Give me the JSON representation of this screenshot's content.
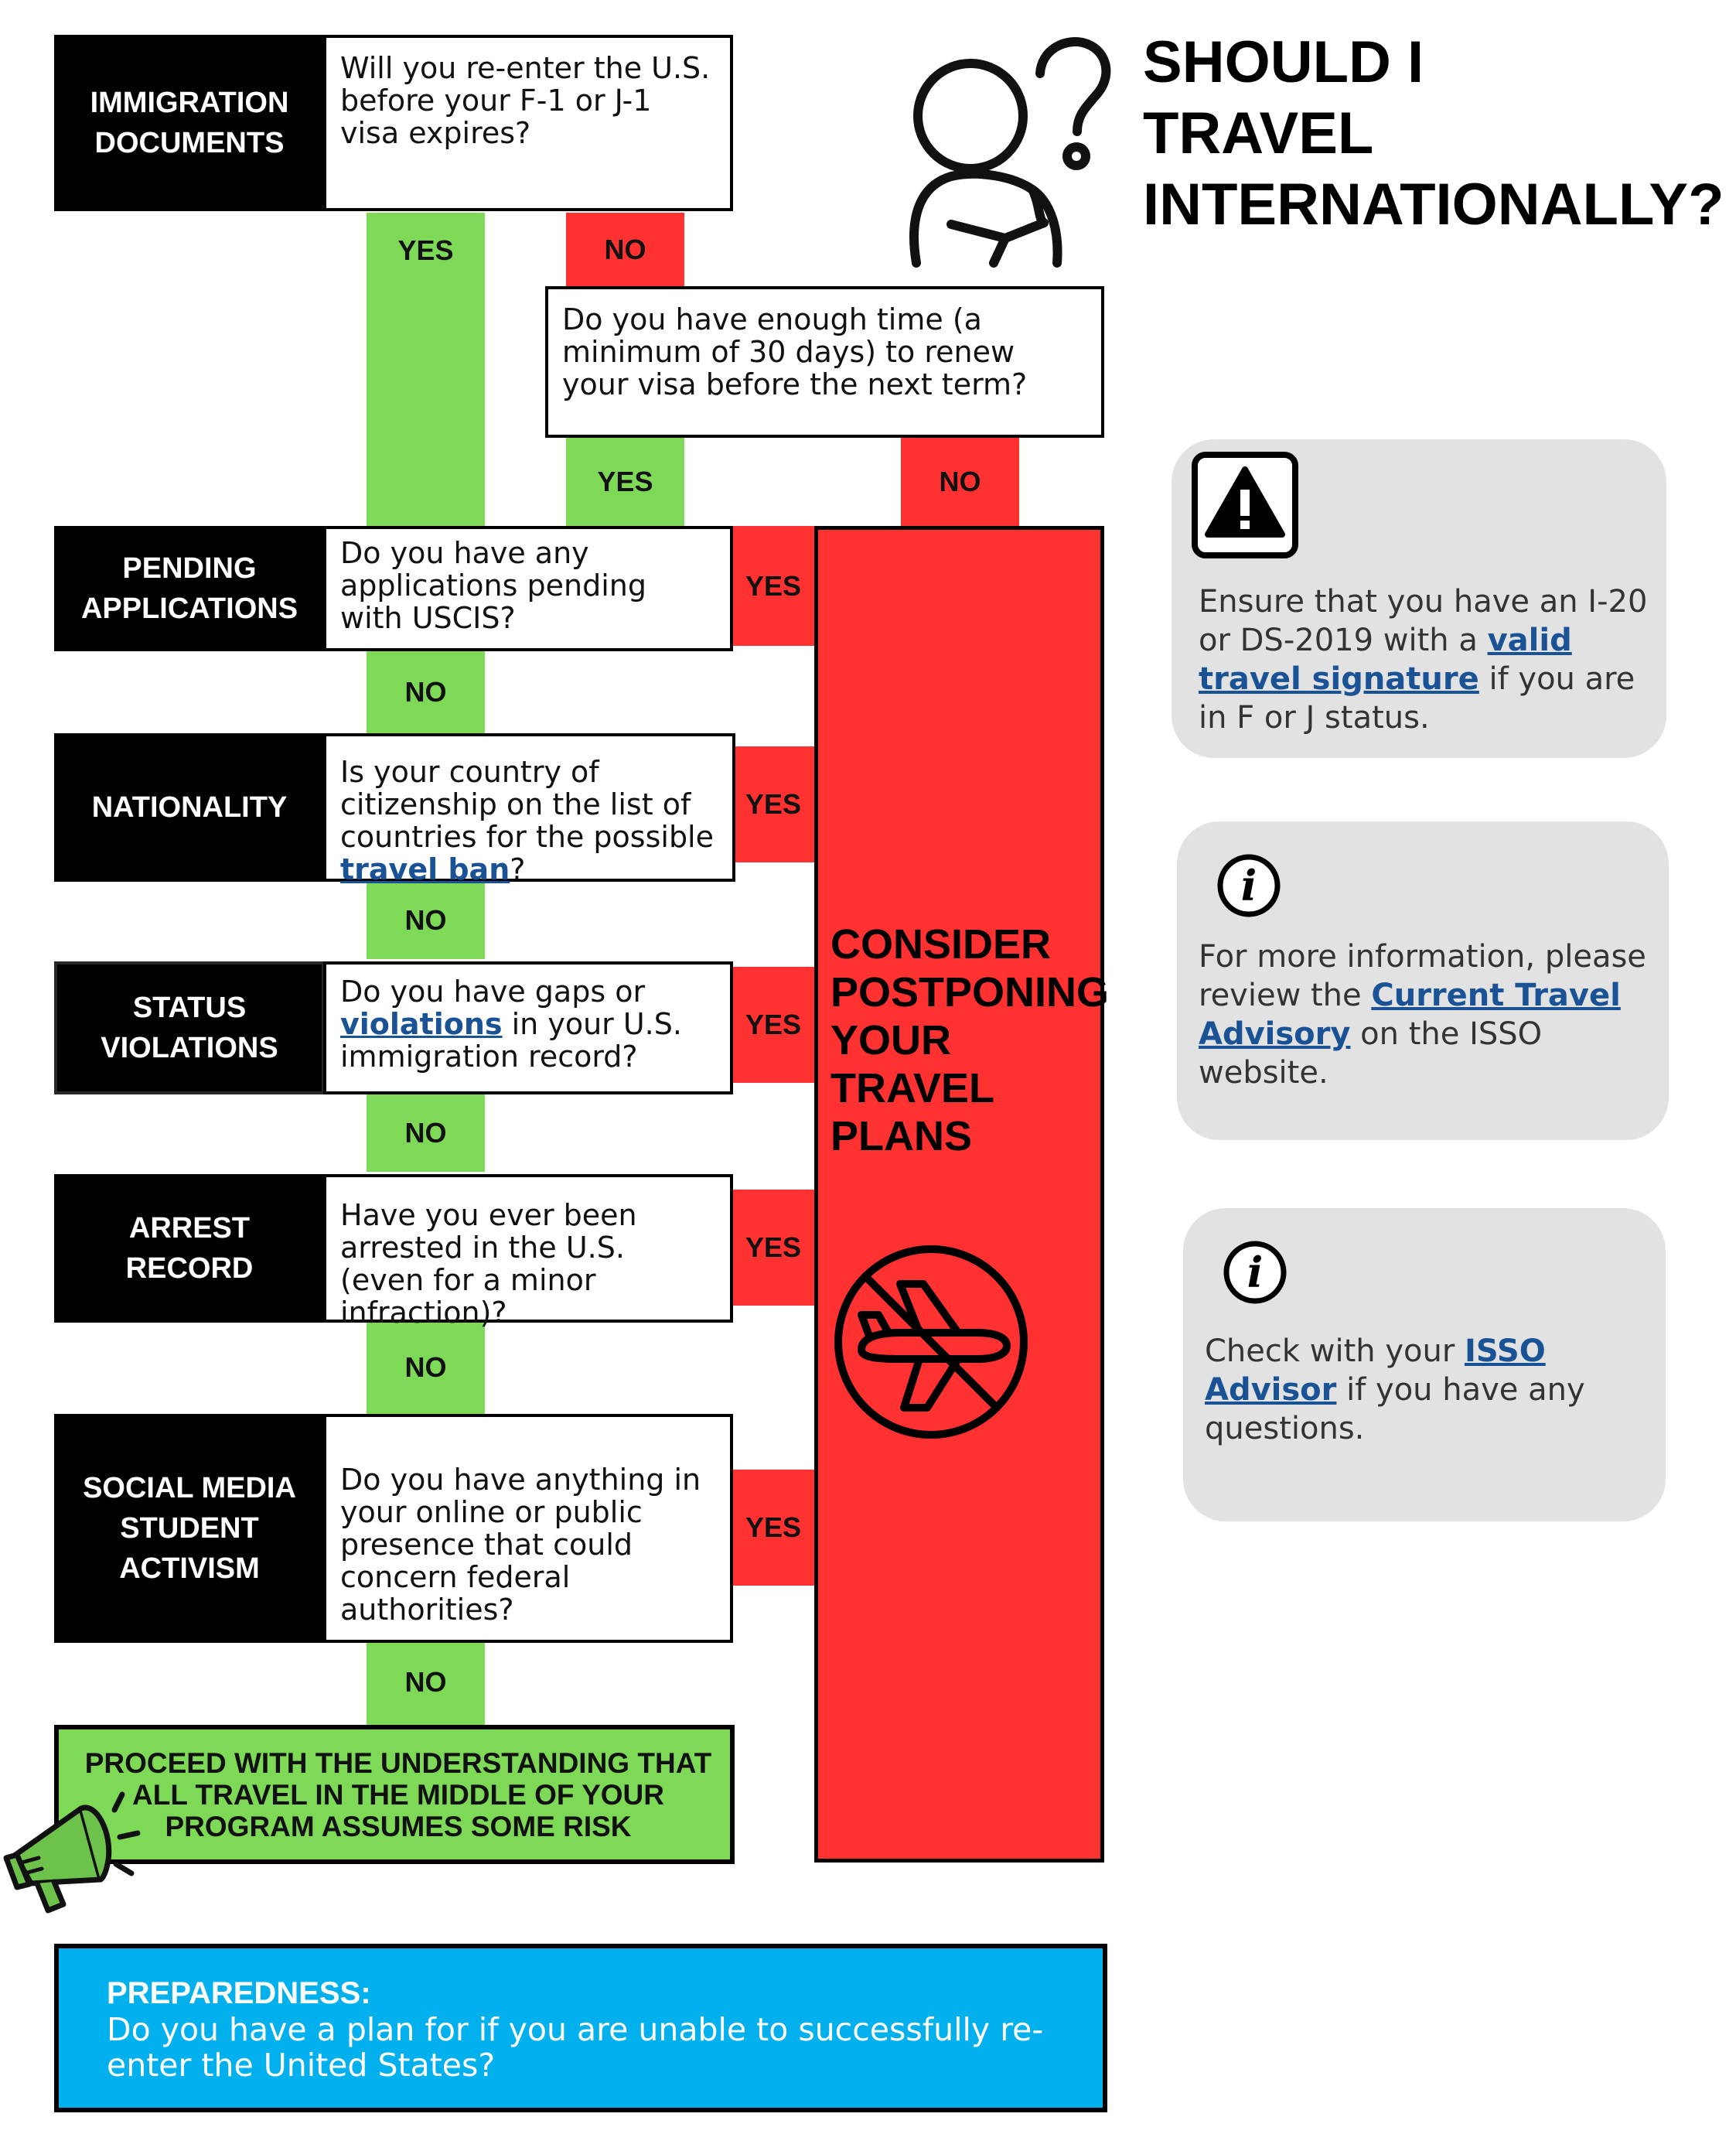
{
  "title": [
    "SHOULD I",
    "TRAVEL",
    "INTERNATIONALLY?"
  ],
  "flow": {
    "yes": "YES",
    "no": "NO",
    "q1": {
      "label": "IMMIGRATION\nDOCUMENTS",
      "text": "Will you re-enter the U.S. before your F-1 or J-1 visa expires?"
    },
    "q2": {
      "text": "Do you have enough time (a minimum of 30 days) to renew your visa before the next term?"
    },
    "q3": {
      "label": "PENDING\nAPPLICATIONS",
      "text": "Do you have any applications pending with USCIS?"
    },
    "q4": {
      "label": "NATIONALITY",
      "text_before": "Is your country of citizenship on the list of countries for the possible ",
      "link": "travel ban",
      "text_after": "?"
    },
    "q5": {
      "label": "STATUS\nVIOLATIONS",
      "text_before": "Do you have gaps or ",
      "link": "violations",
      "text_after": " in your U.S. immigration record?"
    },
    "q6": {
      "label": "ARREST\nRECORD",
      "text": "Have you ever been arrested in the U.S. (even for a minor infraction)?"
    },
    "q7": {
      "label": "SOCIAL MEDIA\nSTUDENT\nACTIVISM",
      "text": "Do you have anything in your online or public presence that could concern federal authorities?"
    },
    "proceed": "PROCEED WITH THE UNDERSTANDING THAT ALL TRAVEL IN THE MIDDLE OF YOUR PROGRAM ASSUMES SOME RISK",
    "consider": "CONSIDER\nPOSTPONING\nYOUR\nTRAVEL\nPLANS"
  },
  "preparedness": {
    "heading": "PREPAREDNESS:",
    "text": "Do you have a plan for if you are unable to successfully re-enter the United States?"
  },
  "info_boxes": [
    {
      "icon": "warning-icon",
      "before": "Ensure that you have an I-20 or DS-2019 with a ",
      "link": "valid travel signature",
      "after": " if you are in F or J status."
    },
    {
      "icon": "info-icon",
      "before": "For more information, please review the ",
      "link": "Current Travel Advisory",
      "after": " on the ISSO website."
    },
    {
      "icon": "info-icon",
      "before": "Check with your ",
      "link": "ISSO Advisor",
      "after": " if you have any questions."
    }
  ],
  "colors": {
    "green": "#7ed957",
    "red": "#ff3131",
    "blue": "#03b0ee",
    "gray": "#e2e2e2",
    "link": "#1a5296"
  }
}
